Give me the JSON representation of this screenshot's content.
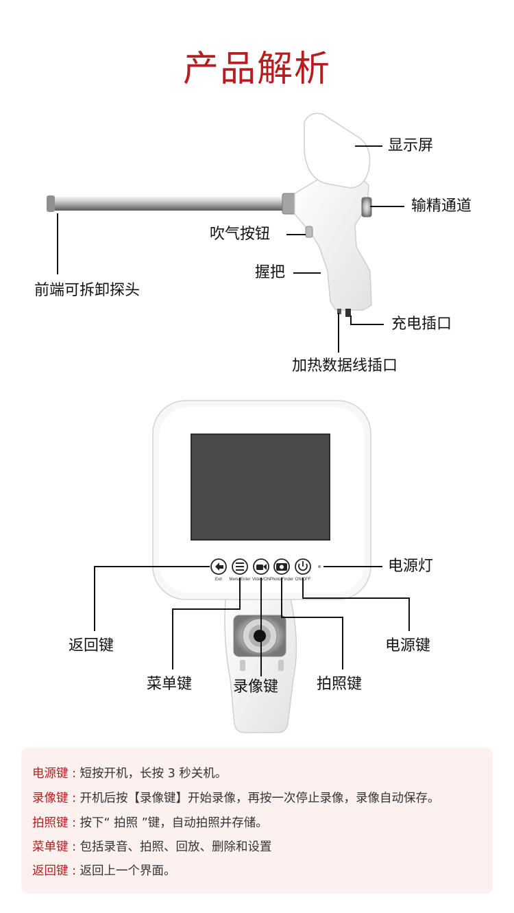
{
  "title": "产品解析",
  "device_labels": {
    "display": "显示屏",
    "semen_channel": "输精通道",
    "air_button": "吹气按钮",
    "grip": "握把",
    "probe": "前端可拆卸探头",
    "charge_port": "充电插口",
    "heat_data_port": "加热数据线插口"
  },
  "panel_labels": {
    "power_light": "电源灯",
    "back_key": "返回键",
    "power_key": "电源键",
    "menu_key": "菜单键",
    "record_key": "录像键",
    "photo_key": "拍照键"
  },
  "panel_button_tags": {
    "exit": "Exit",
    "menu": "Menu/Enter",
    "video": "Video/ON",
    "photo": "Photo/Finder",
    "power": "ON/OFF"
  },
  "info": [
    {
      "key": "电源键",
      "sep": " : ",
      "text": "短按开机，长按 3 秒关机。"
    },
    {
      "key": "录像键",
      "sep": " : ",
      "text": "开机后按【录像键】开始录像，再按一次停止录像，录像自动保存。"
    },
    {
      "key": "拍照键",
      "sep": " : ",
      "text": "按下“ 拍照 ”键，自动拍照并存储。"
    },
    {
      "key": "菜单键",
      "sep": " : ",
      "text": "包括录音、拍照、回放、删除和设置"
    },
    {
      "key": "返回键",
      "sep": " : ",
      "text": "返回上一个界面。"
    }
  ],
  "colors": {
    "accent": "#b51d1f",
    "panel_bg": "#fdf1ef",
    "screen": "#4a4a4a"
  }
}
